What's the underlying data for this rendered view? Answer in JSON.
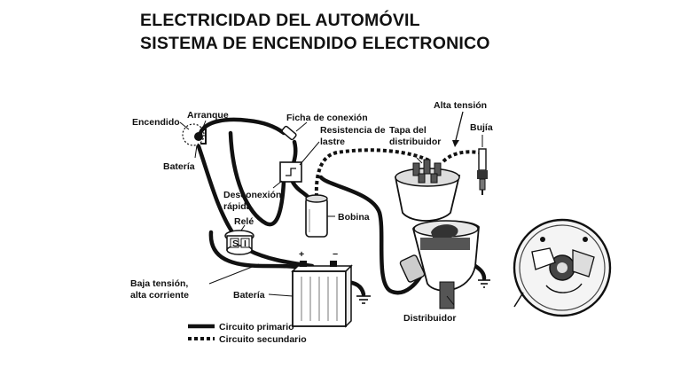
{
  "title_line1": "ELECTRICIDAD DEL AUTOMÓVIL",
  "title_line2": "SISTEMA DE ENCENDIDO ELECTRONICO",
  "labels": {
    "encendido": "Encendido",
    "arranque": "Arranque",
    "bateria_switch": "Batería",
    "ficha": "Ficha de conexión",
    "resistencia_1": "Resistencia de",
    "resistencia_2": "lastre",
    "desconexion_1": "Desconexión",
    "desconexion_2": "rápida",
    "rele": "Relé",
    "bobina": "Bobina",
    "alta_tension": "Alta tensión",
    "tapa_1": "Tapa del",
    "tapa_2": "distribuidor",
    "bujia": "Bujía",
    "baja_1": "Baja tensión,",
    "baja_2": "alta corriente",
    "bateria": "Batería",
    "distribuidor": "Distribuidor",
    "plus": "+",
    "minus": "−",
    "relay_s": "S",
    "relay_i": "I"
  },
  "legend": {
    "primario": "Circuito primario",
    "secundario": "Circuito secundario"
  }
}
